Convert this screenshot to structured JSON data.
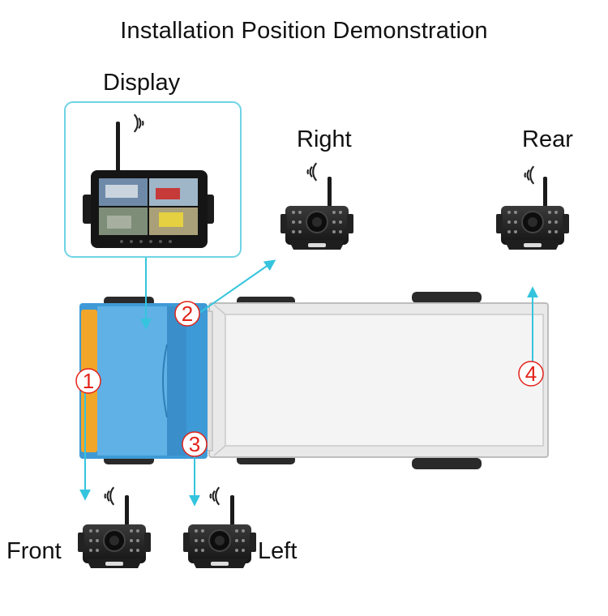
{
  "title": "Installation Position Demonstration",
  "labels": {
    "display": "Display",
    "right": "Right",
    "rear": "Rear",
    "front": "Front",
    "left": "Left"
  },
  "markers": [
    "1",
    "2",
    "3",
    "4"
  ],
  "icons": {
    "display": "monitor-icon",
    "camera": "camera-icon",
    "signal": "wifi-signal-icon"
  },
  "colors": {
    "cab": "#3d9ad6",
    "cab_top": "#5fb1e6",
    "bumper": "#f1a62a",
    "arrow": "#35c4dd",
    "marker": "#e2231a",
    "panel_border": "#6fd3e6"
  }
}
